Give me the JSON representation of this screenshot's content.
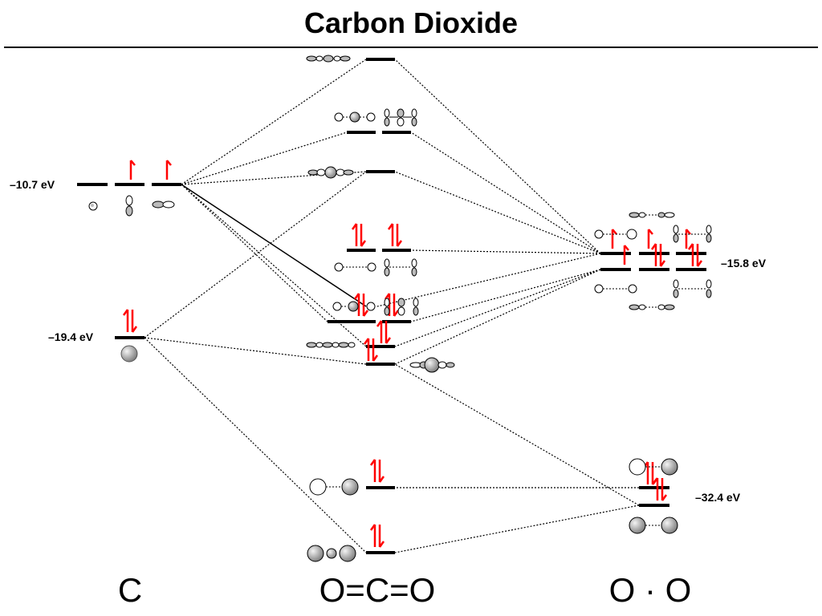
{
  "title": "Carbon Dioxide",
  "columns": {
    "left": "C",
    "middle": "O=C=O",
    "right": "O · O"
  },
  "energies": {
    "c_2p": "–10.7 eV",
    "c_2s": "–19.4 eV",
    "o_2p": "–15.8 eV",
    "o_2s": "–32.4 eV"
  },
  "colors": {
    "line": "#000000",
    "dotted": "#000000",
    "spin": "#ff0000",
    "lobe_shaded": "#9a9a9a",
    "lobe_open": "#ffffff"
  }
}
